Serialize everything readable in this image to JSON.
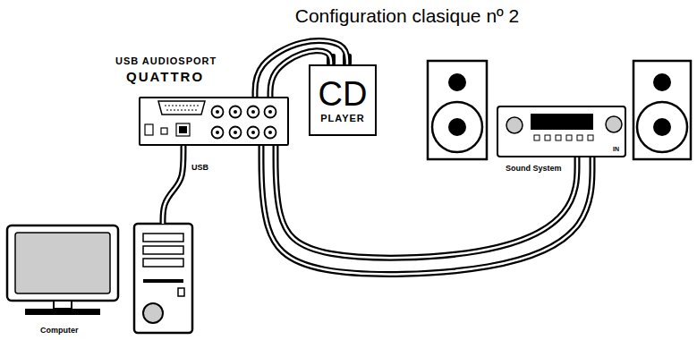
{
  "diagram": {
    "title": "Configuration clasique nº 2",
    "nodes": [
      {
        "text": [
          "USB AUDIOSPORT",
          "QUATTRO"
        ]
      },
      {
        "text": [
          "CD",
          "PLAYER"
        ]
      },
      {
        "text": [
          "Sound System",
          "IN"
        ]
      },
      {
        "text": [
          "Computer"
        ]
      }
    ],
    "edges": [
      {
        "from": 0,
        "to": 3,
        "arrow": "none",
        "label": "USB"
      },
      {
        "from": 1,
        "to": 0,
        "arrow": "none"
      },
      {
        "from": 1,
        "to": 0,
        "arrow": "none"
      },
      {
        "from": 0,
        "to": 2,
        "arrow": "none"
      },
      {
        "from": 0,
        "to": 2,
        "arrow": "none"
      }
    ]
  }
}
